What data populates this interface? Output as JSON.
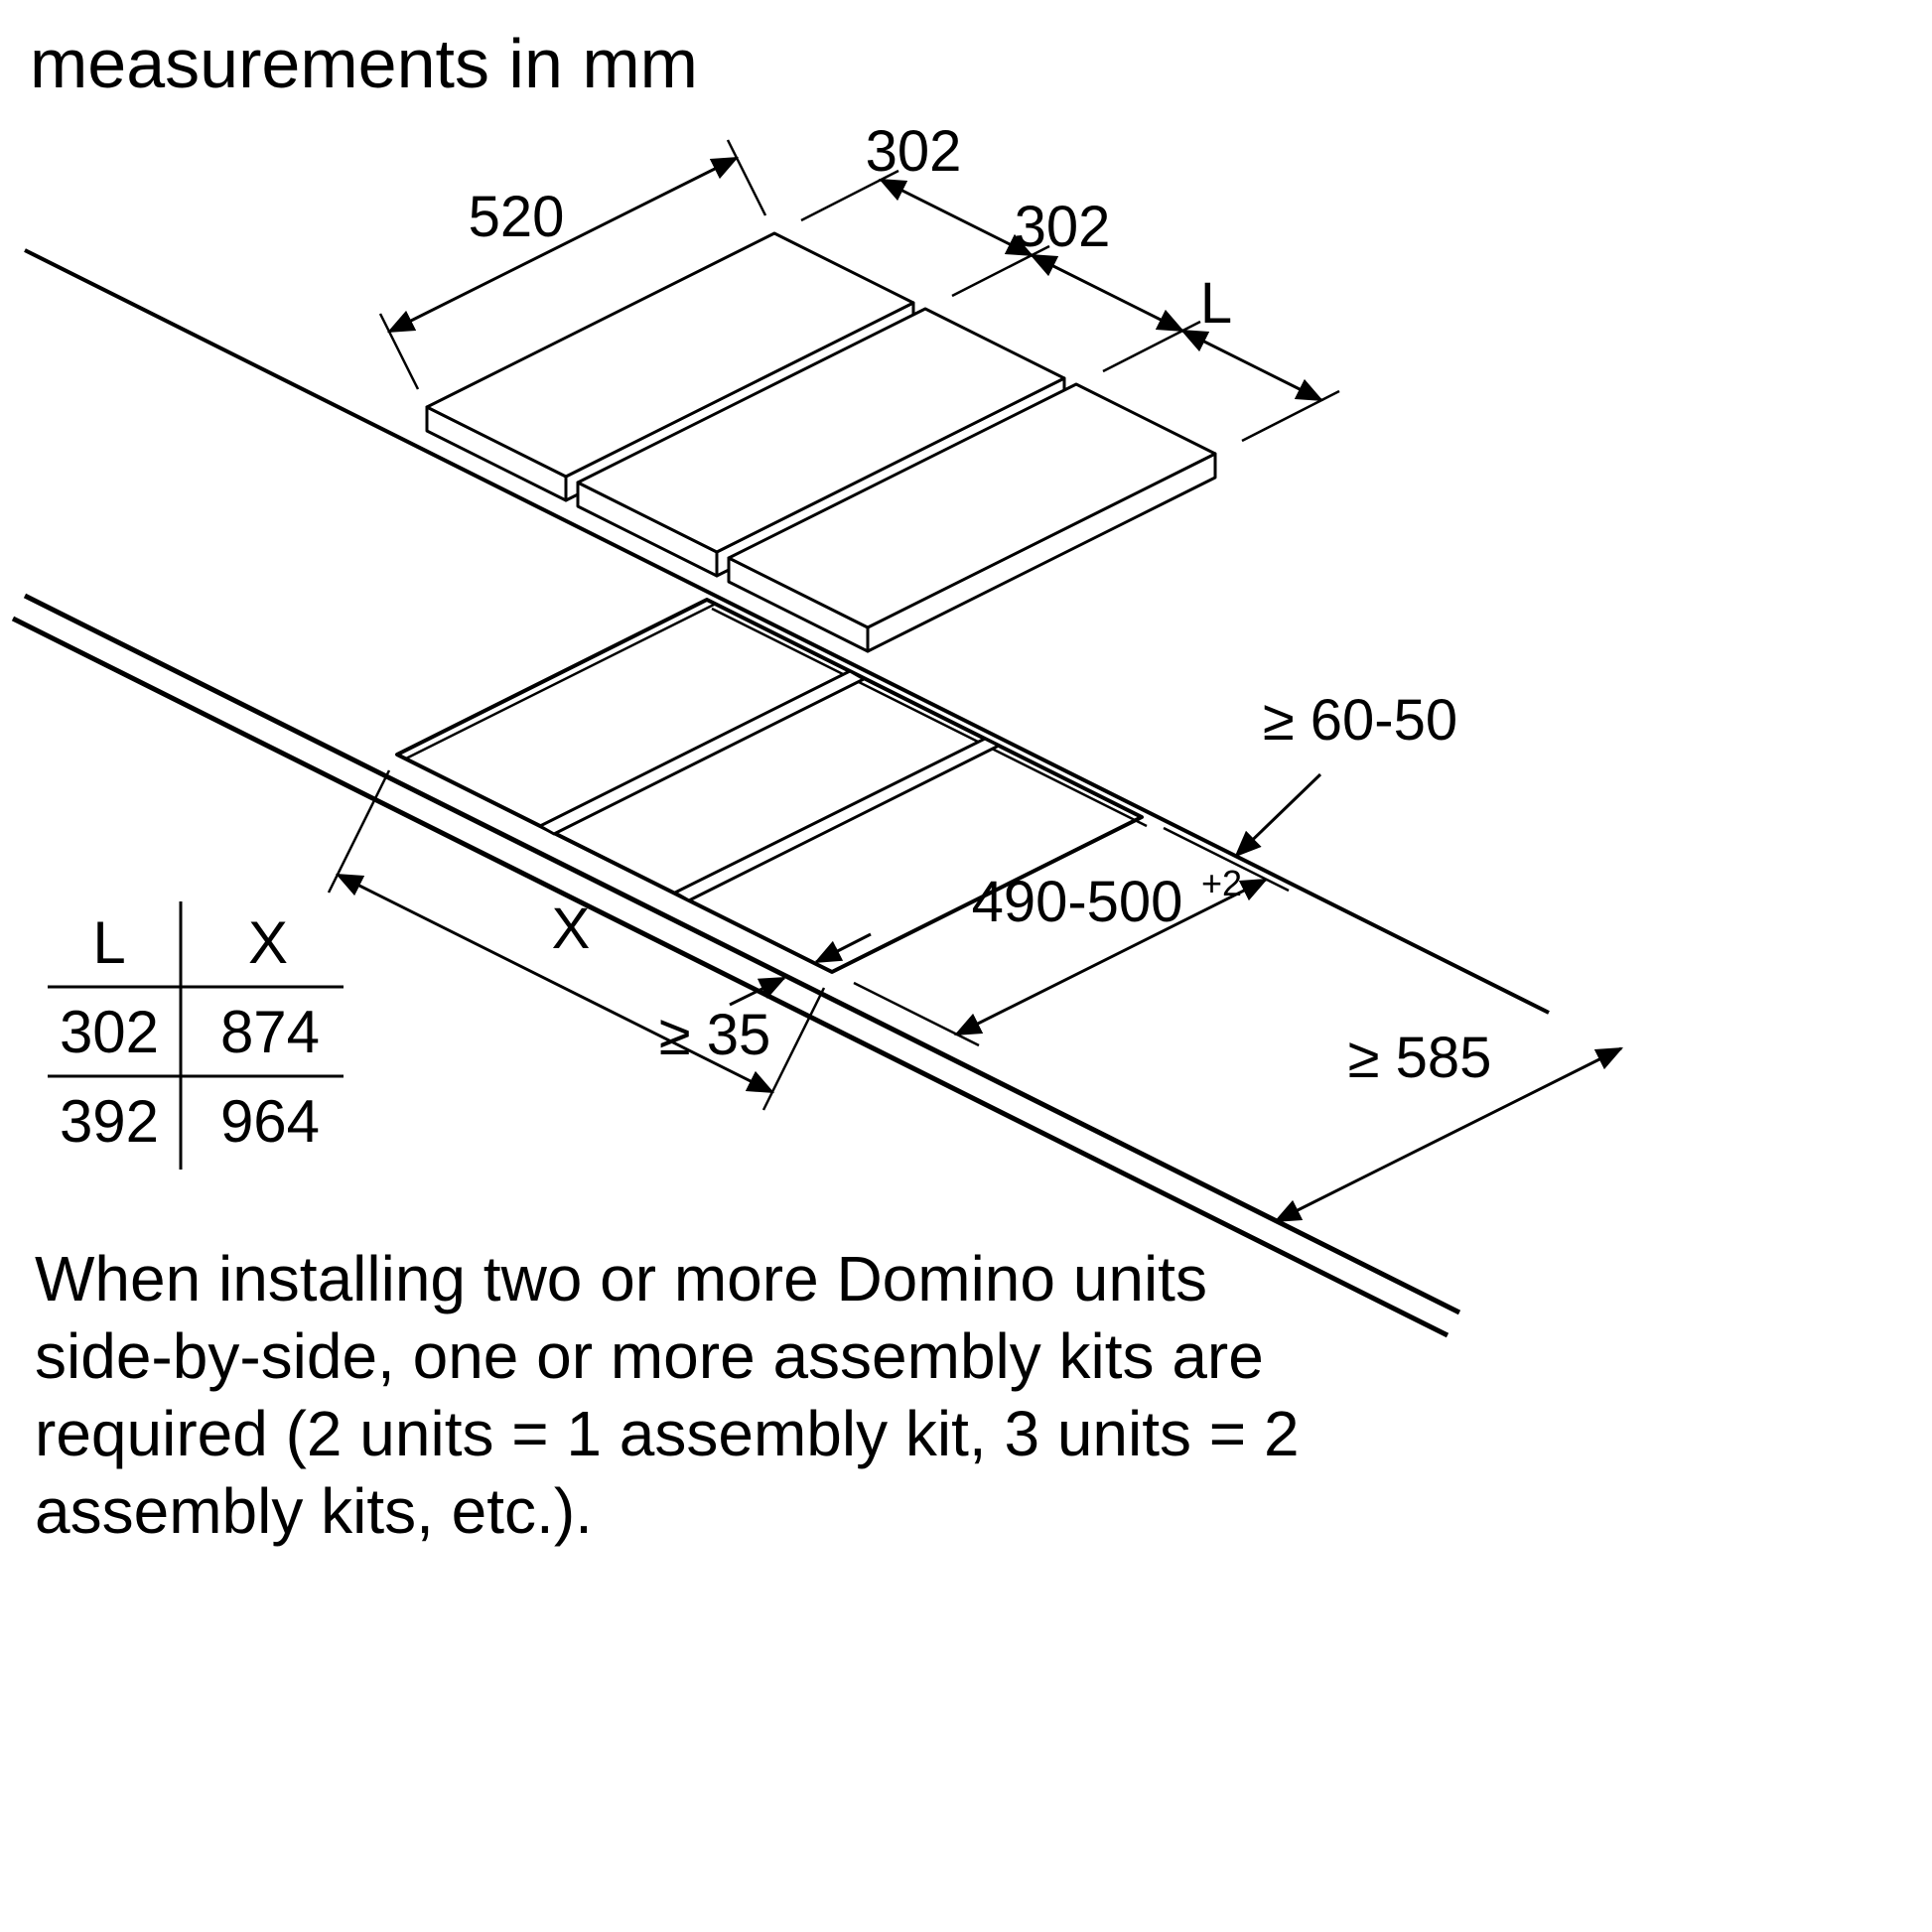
{
  "title": "measurements in mm",
  "diagram": {
    "dim_depth": "520",
    "dim_width_1": "302",
    "dim_width_2": "302",
    "dim_width_var": "L",
    "dim_rear_clearance": "≥ 60-50",
    "dim_cutout_depth": "490-500",
    "dim_cutout_depth_sup": "+2",
    "dim_counter_depth": "≥ 585",
    "dim_front_clearance": "≥ 35",
    "dim_cutout_width": "X"
  },
  "table": {
    "col1_header": "L",
    "col2_header": "X",
    "rows": [
      [
        "302",
        "874"
      ],
      [
        "392",
        "964"
      ]
    ]
  },
  "note": {
    "line1": "When installing two or more Domino units",
    "line2": "side-by-side, one or more assembly kits are",
    "line3": "required (2 units = 1 assembly kit, 3 units = 2",
    "line4": "assembly kits, etc.)."
  }
}
